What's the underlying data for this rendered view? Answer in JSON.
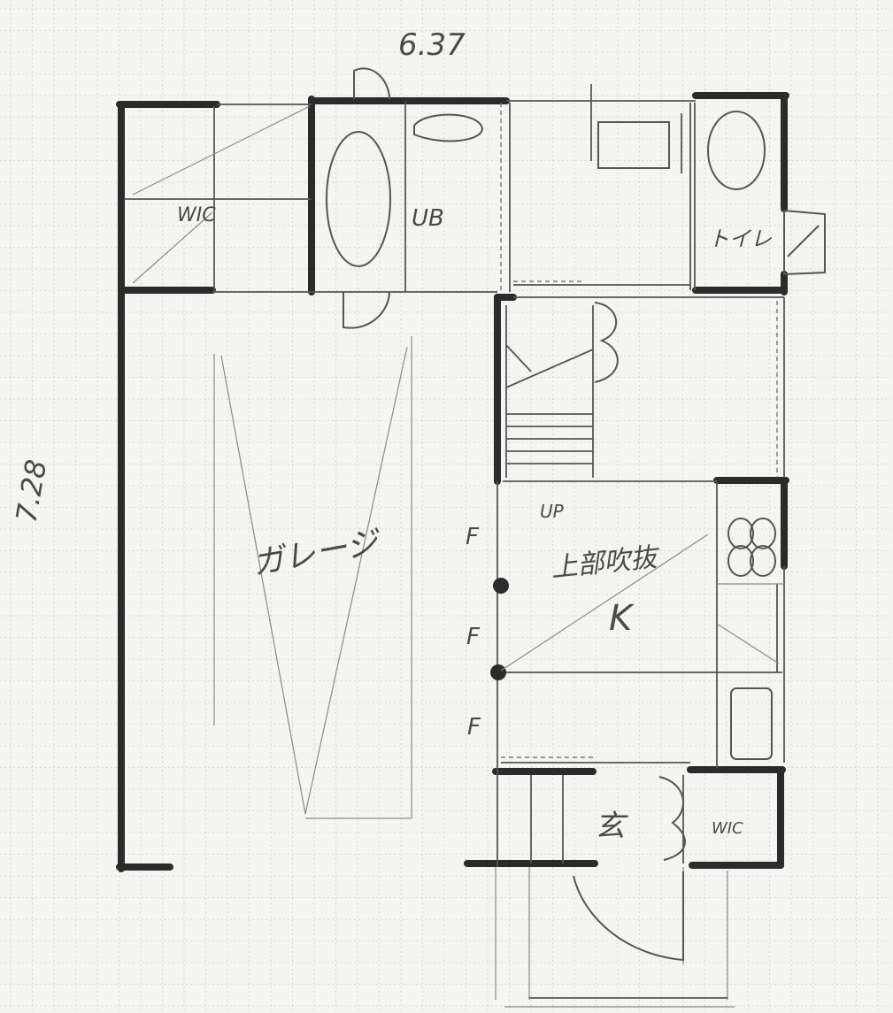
{
  "dimensions": {
    "width": "6.37",
    "height": "7.28"
  },
  "rooms": {
    "wic": "WIC",
    "ub": "UB",
    "toilet": "トイレ",
    "garage": "ガレージ",
    "atrium": "上部吹抜",
    "kitchen": "K",
    "entrance": "玄",
    "wic2": "WIC",
    "up": "UP",
    "fridge": "F",
    "fridge2": "F",
    "fridge3": "F"
  }
}
